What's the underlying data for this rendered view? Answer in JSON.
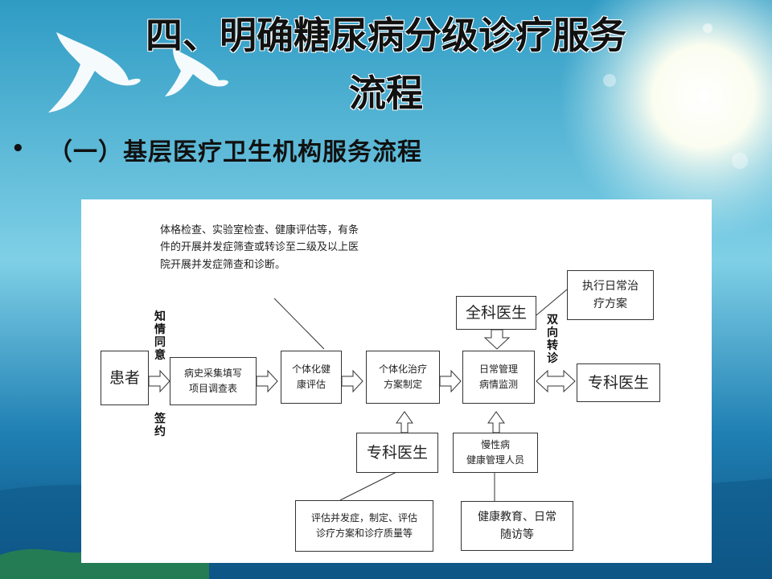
{
  "slide": {
    "title_line1": "四、明确糖尿病分级诊疗服务",
    "title_line2": "流程",
    "bullet": "•",
    "subtitle": "（一）基层医疗卫生机构服务流程"
  },
  "diagram": {
    "top_note": "体格检查、实验室检查、健康评估等，有条\n件的开展并发症筛查或转诊至二级及以上医\n院开展并发症筛查和诊断。",
    "patient": "患者",
    "consent_label": "知\n情\n同\n意",
    "sign_label": "签\n约",
    "history": "病史采集填写\n项目调查表",
    "health_eval": "个体化健\n康评估",
    "treatment": "个体化治疗\n方案制定",
    "daily_mgmt": "日常管理\n病情监测",
    "gp": "全科医生",
    "gp_note": "执行日常治\n疗方案",
    "referral_label": "双\n向\n转\n诊",
    "specialist_right": "专科医生",
    "specialist_bottom": "专科医生",
    "chronic_staff": "慢性病\n健康管理人员",
    "bottom_left_note": "评估并发症，制定、评估\n诊疗方案和诊疗质量等",
    "bottom_right_note": "健康教育、日常\n随访等"
  }
}
